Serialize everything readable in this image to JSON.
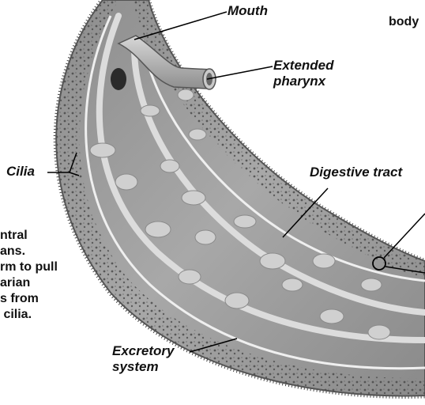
{
  "labels": {
    "mouth": "Mouth",
    "extended_pharynx_line1": "Extended",
    "extended_pharynx_line2": "pharynx",
    "cilia": "Cilia",
    "digestive_tract": "Digestive tract",
    "excretory_line1": "Excretory",
    "excretory_line2": "system",
    "body_fragment": "body"
  },
  "left_text_lines": [
    "ntral",
    "ans.",
    "rm to pull",
    "arian",
    "s from",
    " cilia."
  ],
  "colors": {
    "worm_fill": "#9a9a9a",
    "worm_edge": "#555555",
    "canal": "#d9d9d9",
    "pharynx": "#b9b9b9",
    "leader": "#000000"
  }
}
